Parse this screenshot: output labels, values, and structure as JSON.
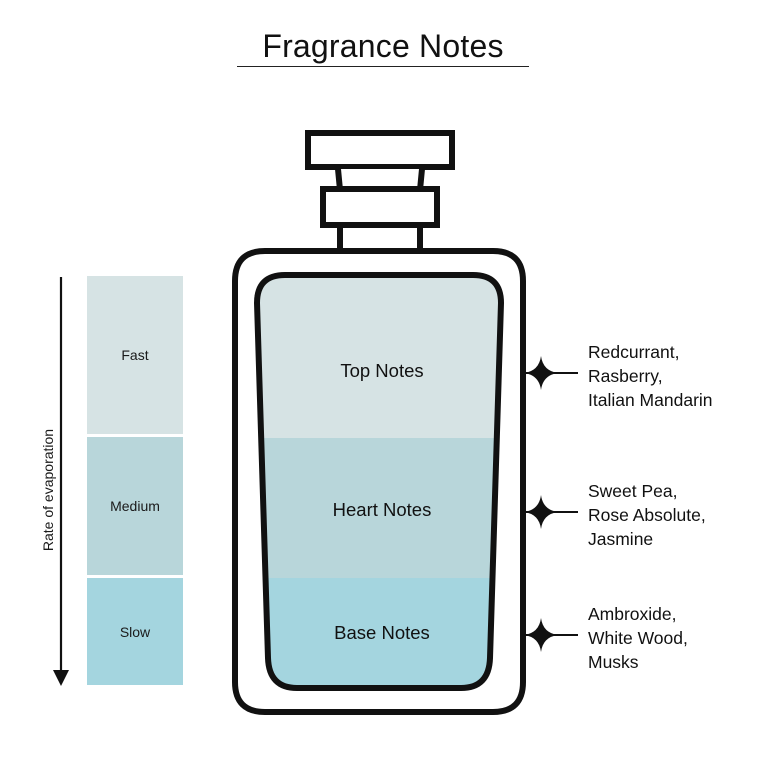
{
  "title": "Fragrance Notes",
  "scale": {
    "axis_label": "Rate of evaporation",
    "levels": [
      "Fast",
      "Medium",
      "Slow"
    ]
  },
  "layers": [
    {
      "label": "Top Notes",
      "notes": [
        "Redcurrant,",
        "Rasberry,",
        "Italian Mandarin"
      ]
    },
    {
      "label": "Heart Notes",
      "notes": [
        "Sweet Pea,",
        "Rose Absolute,",
        "Jasmine"
      ]
    },
    {
      "label": "Base Notes",
      "notes": [
        "Ambroxide,",
        "White Wood,",
        "Musks"
      ]
    }
  ],
  "colors": {
    "fast": "#d6e3e4",
    "medium": "#b8d6da",
    "slow": "#a4d5df",
    "outline": "#111111"
  },
  "icons": [
    "arrow-down-icon",
    "sparkle-icon",
    "perfume-bottle-icon"
  ]
}
